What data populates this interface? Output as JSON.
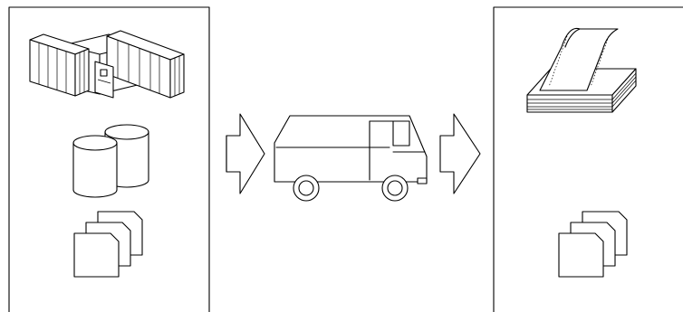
{
  "diagram": {
    "description_free": true,
    "panels": [
      {
        "id": "source",
        "items": [
          "mainframe-icon",
          "disk-storage-icon",
          "diskette-stack-icon"
        ]
      },
      {
        "id": "transport",
        "items": [
          "arrow-right-icon",
          "delivery-van-icon",
          "arrow-right-icon"
        ]
      },
      {
        "id": "destination",
        "items": [
          "printout-stack-icon",
          "diskette-stack-icon"
        ]
      }
    ],
    "colors": {
      "stroke": "#000000",
      "fill": "#ffffff"
    }
  }
}
